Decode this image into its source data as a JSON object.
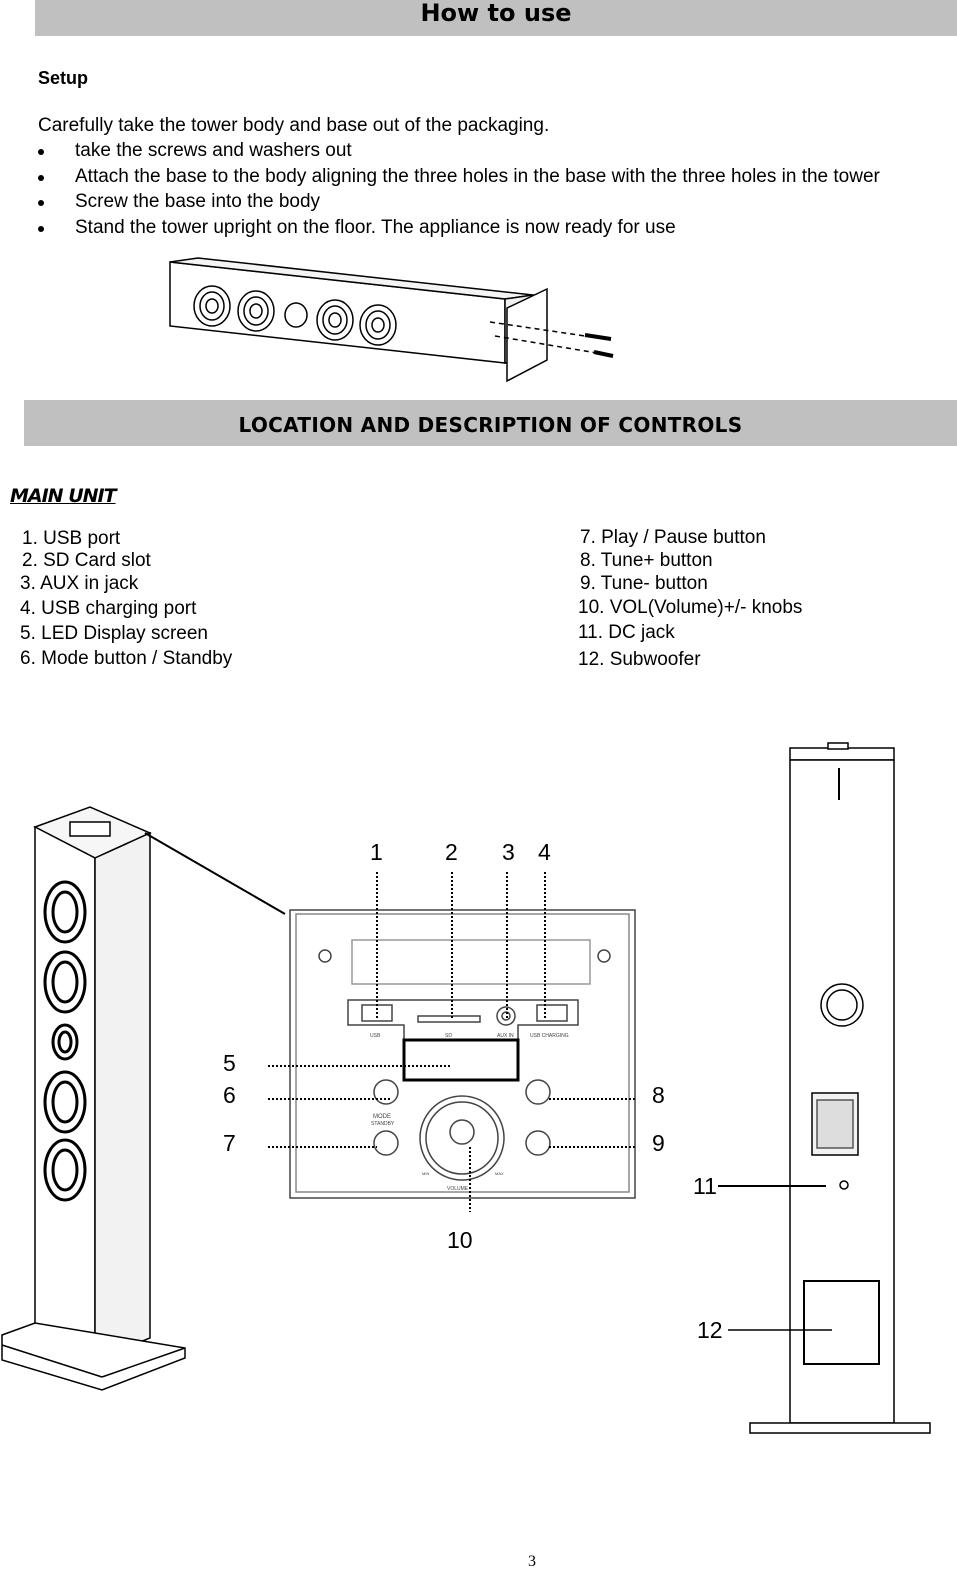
{
  "header": {
    "title": "How to use"
  },
  "setup": {
    "heading": "Setup",
    "intro": "Carefully take the tower body and base out of the packaging.",
    "steps": [
      "take the screws and washers out",
      "Attach the base to the body aligning the three holes in the base with the three holes in the tower",
      "Screw the base into the body",
      "Stand the tower upright on the floor. The appliance is now ready for use"
    ]
  },
  "controls": {
    "section_title": "LOCATION AND DESCRIPTION OF CONTROLS",
    "subheading": "MAIN UNIT",
    "left": [
      "1. USB port",
      "2. SD Card slot",
      "3. AUX in jack",
      "4. USB charging port",
      "5. LED Display screen",
      "6. Mode button / Standby"
    ],
    "right": [
      "7. Play / Pause button",
      "8. Tune+ button",
      "9. Tune- button",
      "10. VOL(Volume)+/- knobs",
      "11. DC jack",
      "12. Subwoofer"
    ]
  },
  "diagram": {
    "callouts": [
      "1",
      "2",
      "3",
      "4",
      "5",
      "6",
      "7",
      "8",
      "9",
      "10",
      "11",
      "12"
    ],
    "panel_labels": {
      "usb": "USB",
      "sd": "SD",
      "aux": "AUX IN",
      "usb_charging": "USB CHARGING",
      "mode": "MODE",
      "standby": "STANDBY",
      "volume": "VOLUME",
      "min": "MIN",
      "max": "MAX"
    }
  },
  "footer": {
    "page_number": "3"
  }
}
